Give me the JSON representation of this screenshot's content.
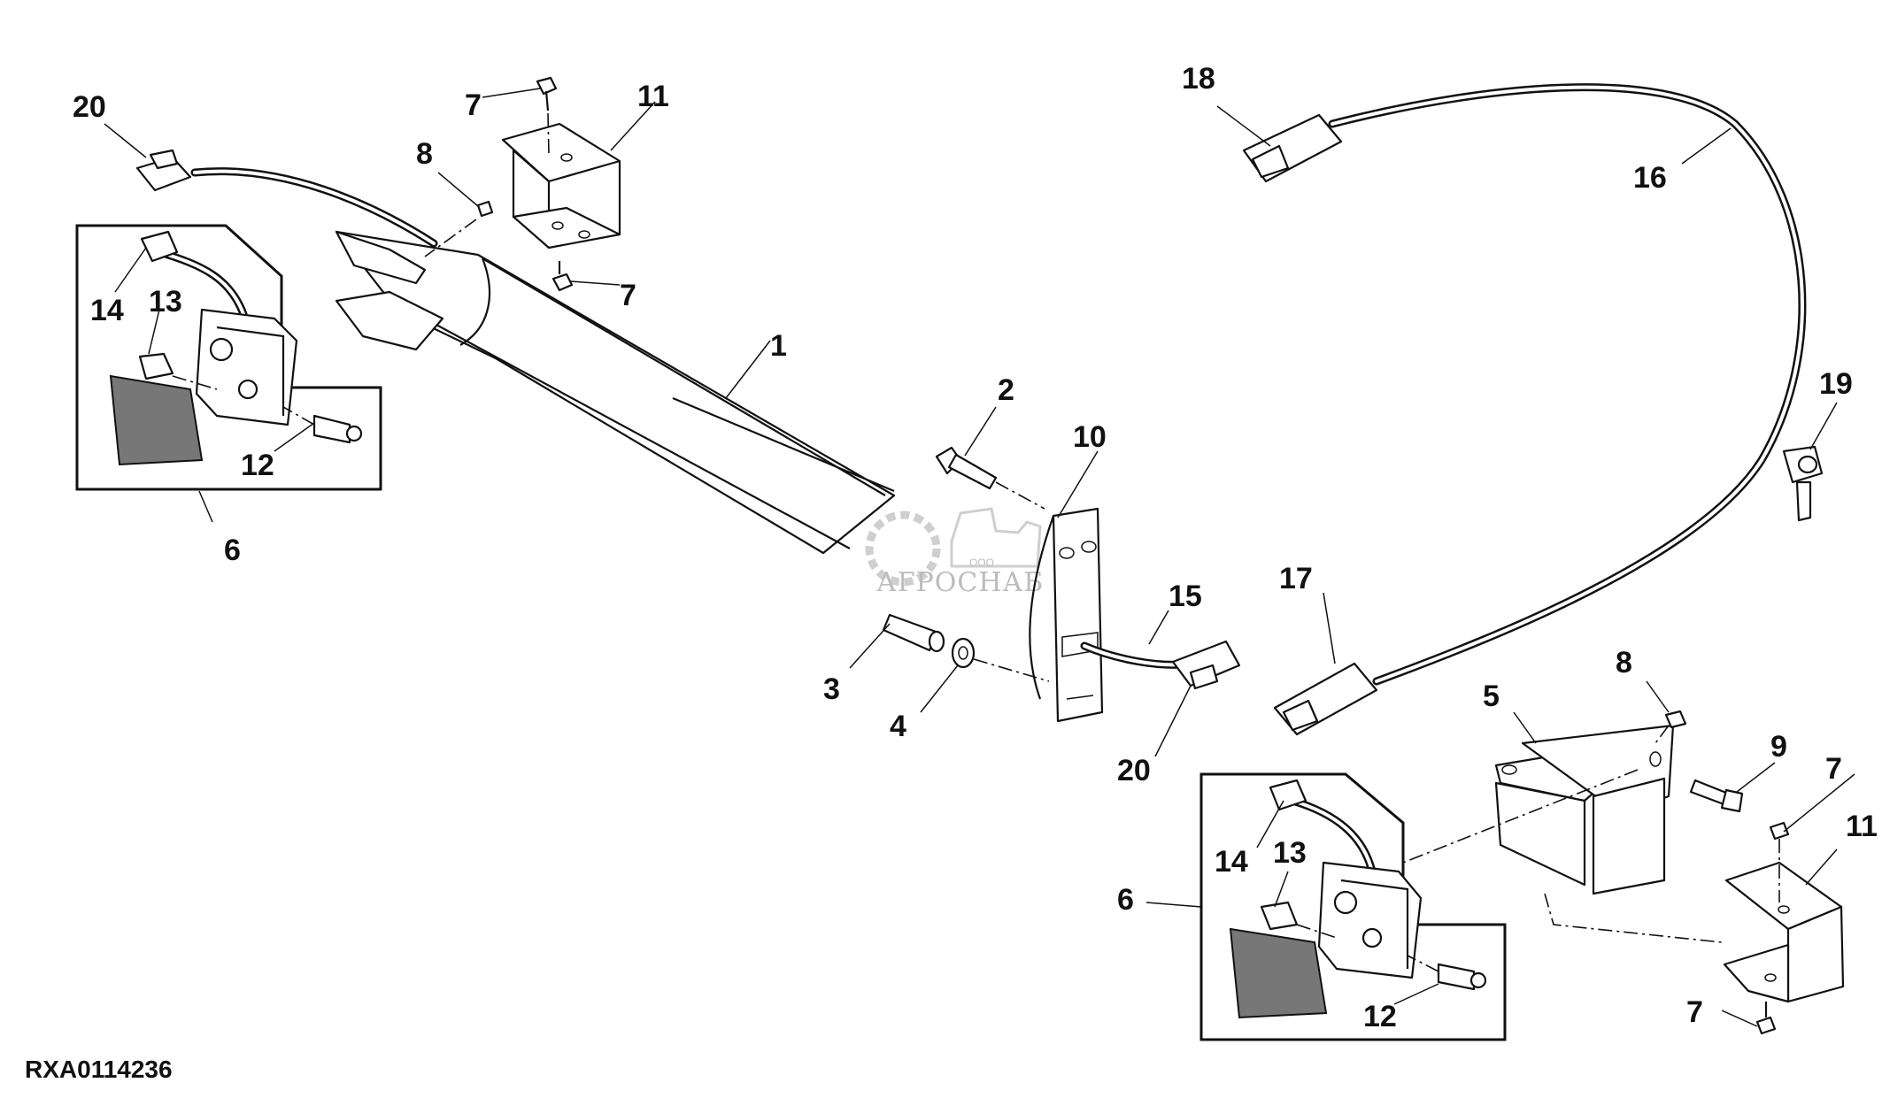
{
  "diagram": {
    "drawing_code": "RXA0114236",
    "watermark": {
      "company_prefix": "ООО",
      "company_name": "АГРОСНАБ"
    },
    "callouts": {
      "c1": "1",
      "c2": "2",
      "c3": "3",
      "c4": "4",
      "c5": "5",
      "c6_left": "6",
      "c6_right": "6",
      "c7_a": "7",
      "c7_b": "7",
      "c7_c": "7",
      "c7_d": "7",
      "c8_left": "8",
      "c8_right": "8",
      "c9": "9",
      "c10": "10",
      "c11_left": "11",
      "c11_right": "11",
      "c12_left": "12",
      "c12_right": "12",
      "c13_left": "13",
      "c13_right": "13",
      "c14_left": "14",
      "c14_right": "14",
      "c15": "15",
      "c16": "16",
      "c17": "17",
      "c18": "18",
      "c19": "19",
      "c20_left": "20",
      "c20_right": "20"
    }
  }
}
